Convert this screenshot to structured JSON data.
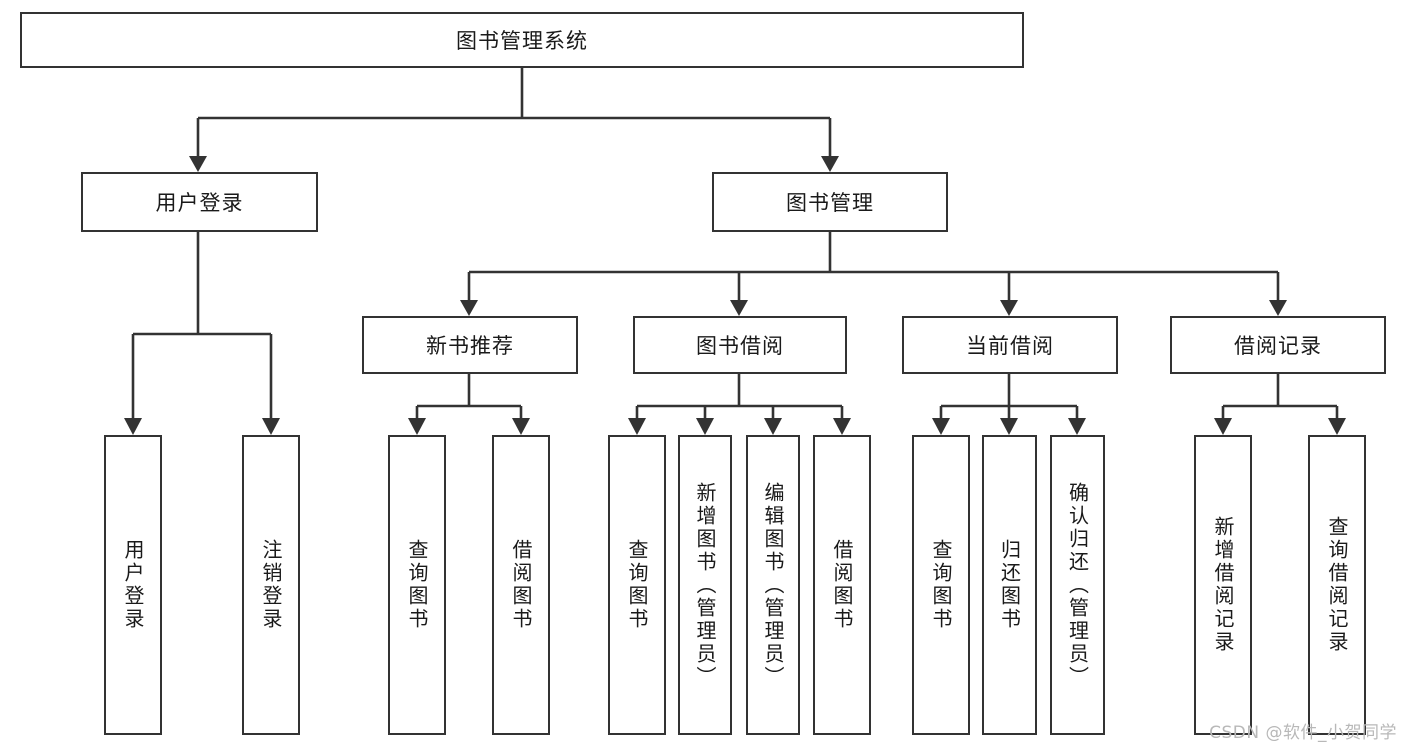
{
  "diagram": {
    "title": "图书管理系统",
    "type": "tree-hierarchy",
    "root": {
      "label": "图书管理系统"
    },
    "level2": [
      {
        "label": "用户登录"
      },
      {
        "label": "图书管理"
      }
    ],
    "level3": [
      {
        "label": "新书推荐",
        "parent": "图书管理"
      },
      {
        "label": "图书借阅",
        "parent": "图书管理"
      },
      {
        "label": "当前借阅",
        "parent": "图书管理"
      },
      {
        "label": "借阅记录",
        "parent": "图书管理"
      }
    ],
    "leaves": [
      {
        "label": "用户登录",
        "parent": "用户登录"
      },
      {
        "label": "注销登录",
        "parent": "用户登录"
      },
      {
        "label": "查询图书",
        "parent": "新书推荐"
      },
      {
        "label": "借阅图书",
        "parent": "新书推荐"
      },
      {
        "label": "查询图书",
        "parent": "图书借阅"
      },
      {
        "label": "新增图书（管理员）",
        "parent": "图书借阅"
      },
      {
        "label": "编辑图书（管理员）",
        "parent": "图书借阅"
      },
      {
        "label": "借阅图书",
        "parent": "图书借阅"
      },
      {
        "label": "查询图书",
        "parent": "当前借阅"
      },
      {
        "label": "归还图书",
        "parent": "当前借阅"
      },
      {
        "label": "确认归还（管理员）",
        "parent": "当前借阅"
      },
      {
        "label": "新增借阅记录",
        "parent": "借阅记录"
      },
      {
        "label": "查询借阅记录",
        "parent": "借阅记录"
      }
    ]
  },
  "watermark": {
    "text": "CSDN @软件_小贺同学"
  },
  "colors": {
    "stroke": "#333333",
    "background": "#ffffff",
    "text": "#1a1a1a",
    "watermark": "#b8b8b8"
  }
}
